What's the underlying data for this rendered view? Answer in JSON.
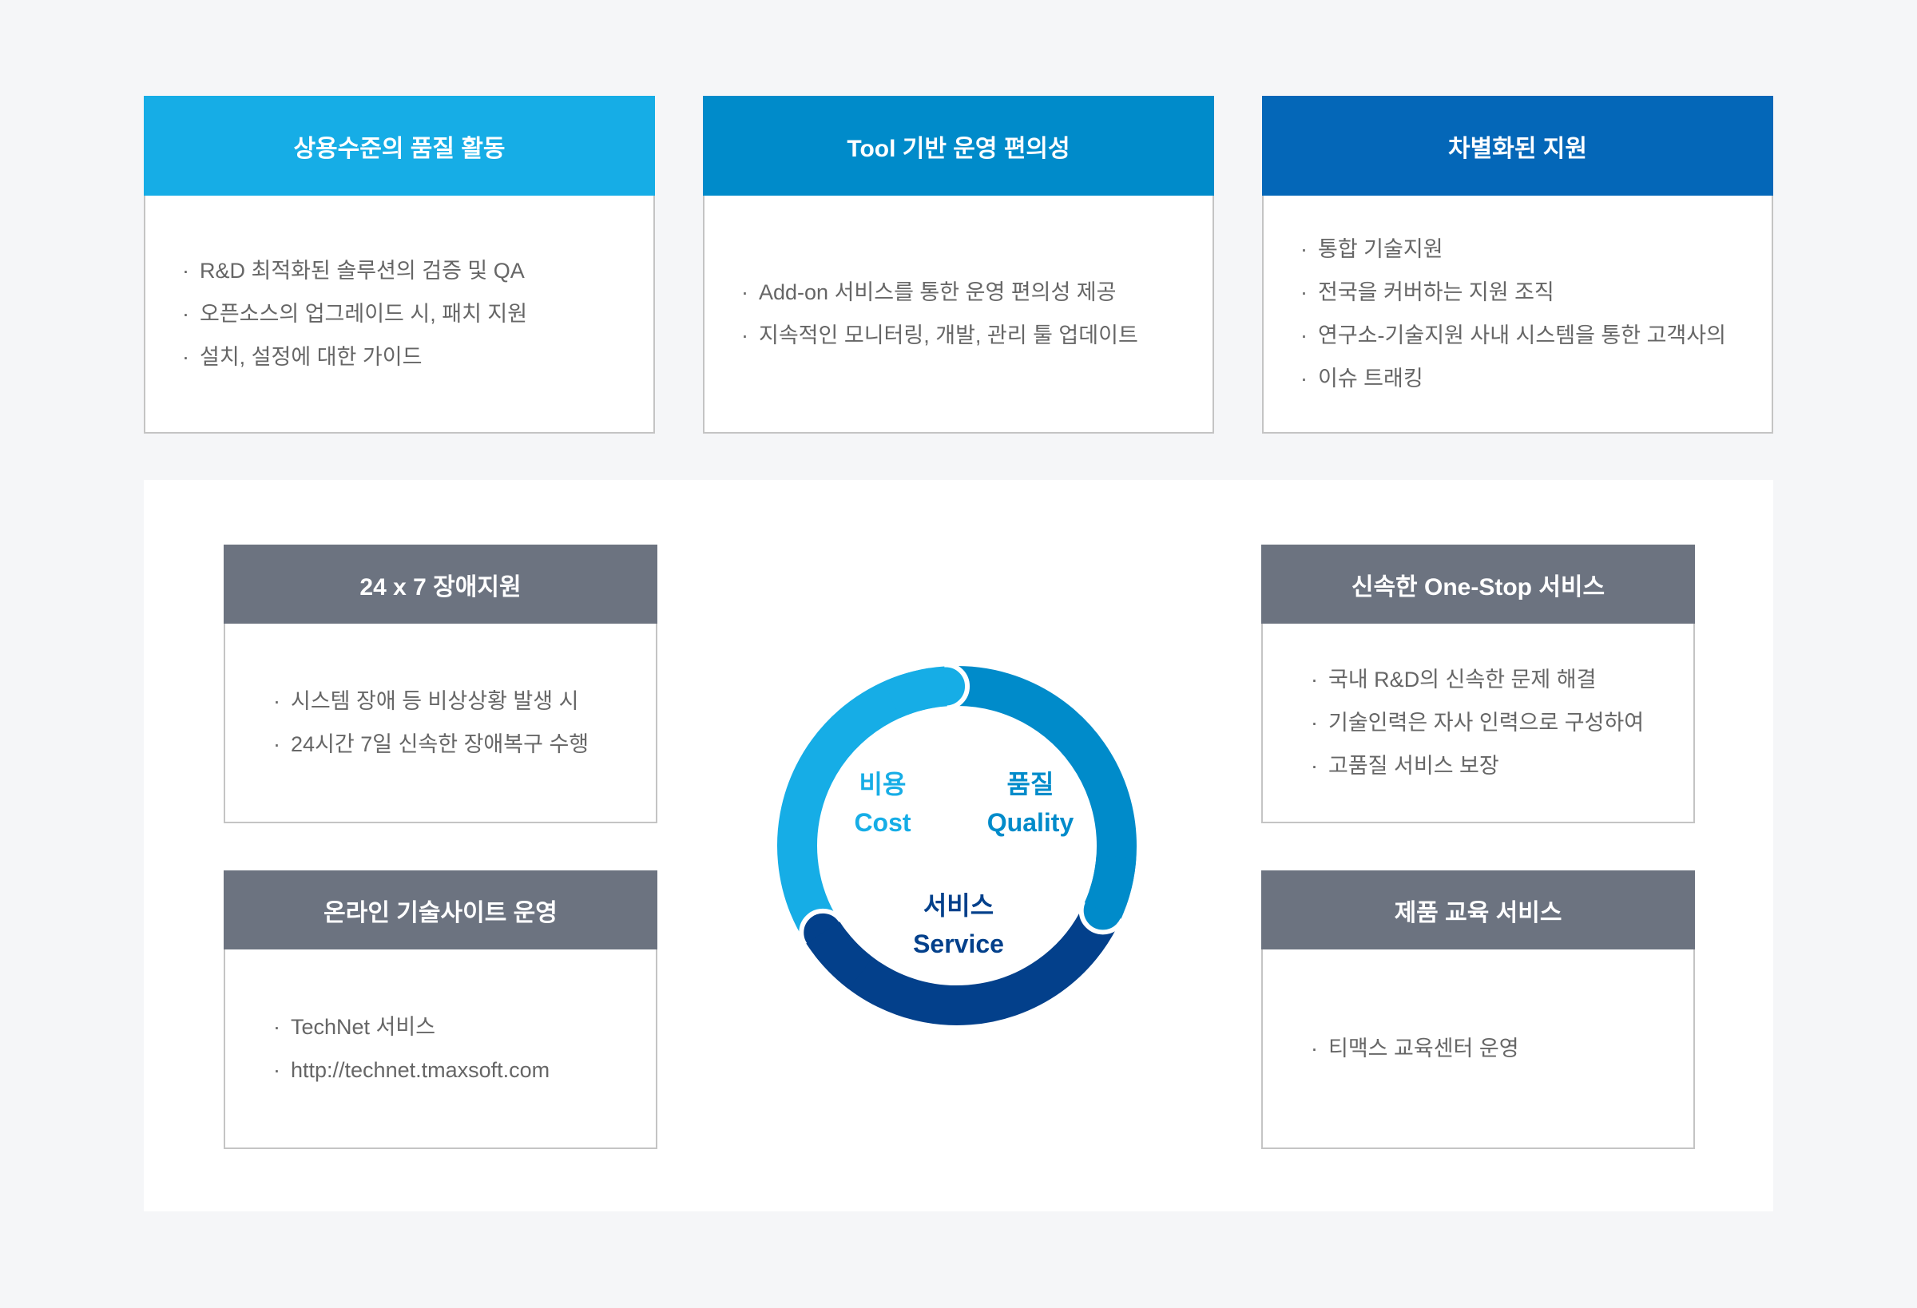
{
  "top_cards": [
    {
      "title": "상용수준의 품질 활동",
      "color": "#16ade6",
      "items": [
        "R&D 최적화된 솔루션의 검증 및 QA",
        "오픈소스의 업그레이드 시, 패치 지원",
        "설치, 설정에 대한 가이드"
      ]
    },
    {
      "title": "Tool 기반 운영 편의성",
      "color": "#008bca",
      "items": [
        "Add-on 서비스를 통한 운영 편의성 제공",
        "지속적인 모니터링, 개발, 관리 툴 업데이트"
      ]
    },
    {
      "title": "차별화된 지원",
      "color": "#0467b8",
      "items": [
        "통합 기술지원",
        "전국을 커버하는 지원 조직",
        "연구소-기술지원 사내 시스템을 통한 고객사의",
        "이슈 트래킹"
      ]
    }
  ],
  "services": [
    {
      "title": "24 x 7  장애지원",
      "items": [
        "시스템 장애 등 비상상황 발생 시",
        "24시간 7일 신속한 장애복구 수행"
      ]
    },
    {
      "title": "온라인 기술사이트 운영",
      "items": [
        "TechNet 서비스",
        "http://technet.tmaxsoft.com"
      ]
    },
    {
      "title": "신속한 One-Stop 서비스",
      "items": [
        "국내 R&D의 신속한 문제 해결",
        "기술인력은 자사 인력으로 구성하여",
        "고품질 서비스 보장"
      ]
    },
    {
      "title": "제품  교육 서비스",
      "items": [
        "티맥스 교육센터 운영"
      ]
    }
  ],
  "ring": {
    "cost": {
      "ko": "비용",
      "en": "Cost",
      "color": "#16ade6"
    },
    "quality": {
      "ko": "품질",
      "en": "Quality",
      "color": "#008bca"
    },
    "service": {
      "ko": "서비스",
      "en": "Service",
      "color": "#03408b"
    }
  }
}
